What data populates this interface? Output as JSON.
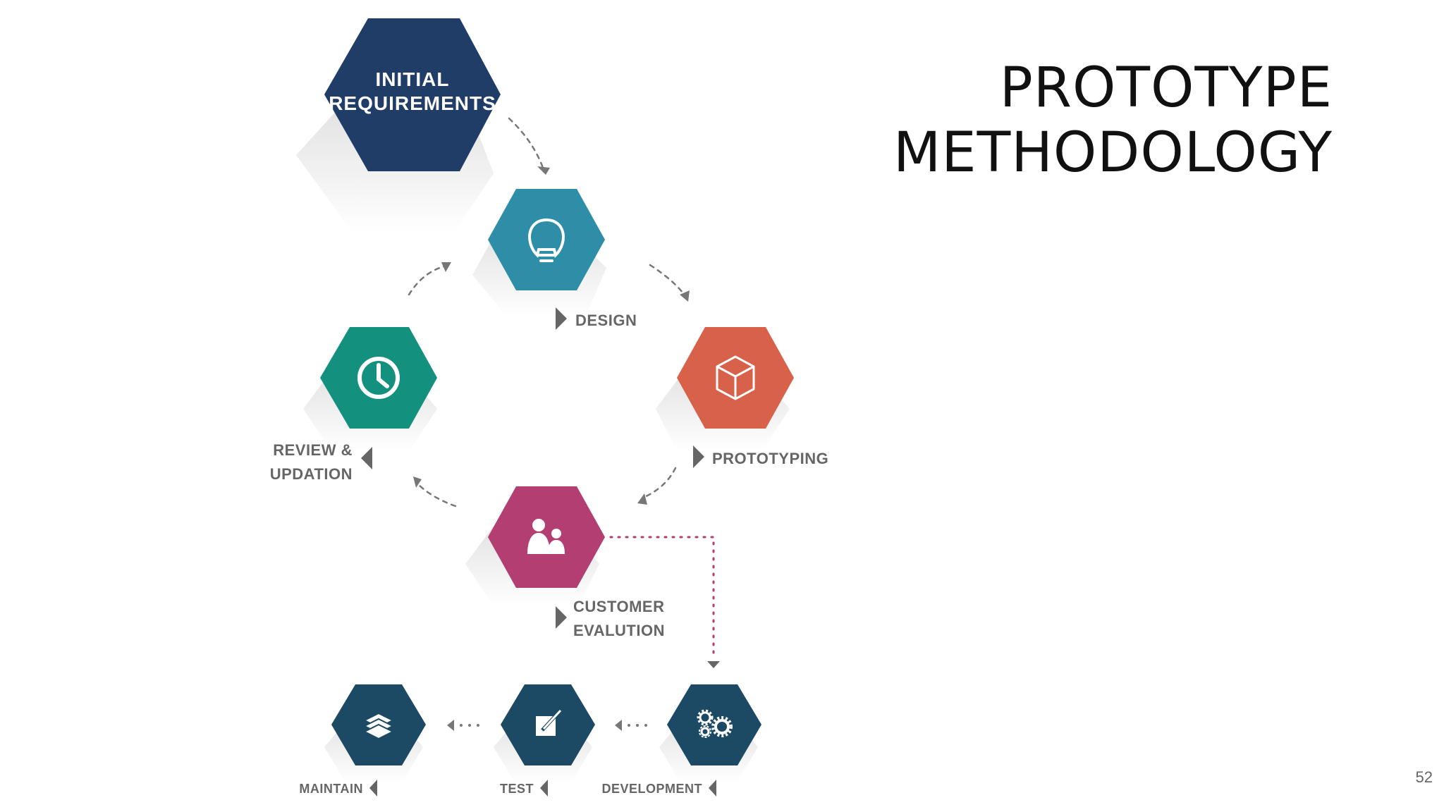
{
  "slide": {
    "title_line1": "PROTOTYPE",
    "title_line2": "METHODOLOGY",
    "page_number": "52"
  },
  "diagram": {
    "initial_line1": "INITIAL",
    "initial_line2": "REQUIREMENTS",
    "design": "DESIGN",
    "prototyping": "PROTOTYPING",
    "customer_line1": "CUSTOMER",
    "customer_line2": "EVALUTION",
    "review_line1": "REVIEW &",
    "review_line2": "UPDATION",
    "maintain": "MAINTAIN",
    "test": "TEST",
    "development": "DEVELOPMENT"
  },
  "colors": {
    "navy": "#1f3d66",
    "teal_blue": "#2e8ea8",
    "green": "#14907f",
    "orange": "#d8614a",
    "magenta": "#b23e72",
    "dark_teal": "#1c4a64",
    "label_gray": "#666666"
  },
  "icons": {
    "design": "lightbulb-icon",
    "prototyping": "cube-icon",
    "customer": "users-icon",
    "review": "clock-icon",
    "maintain": "layers-icon",
    "test": "edit-icon",
    "development": "gears-icon"
  }
}
